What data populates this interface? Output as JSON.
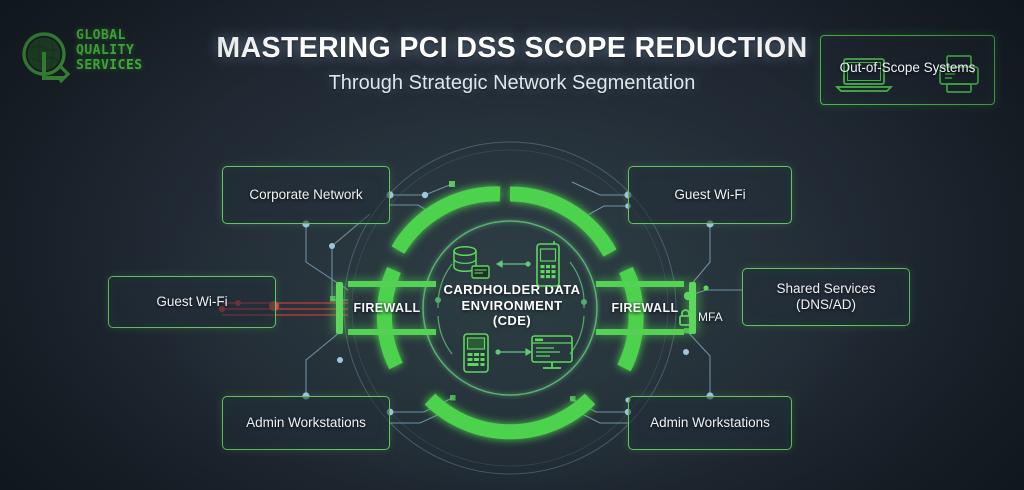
{
  "brand": {
    "logo_icon": "globe-q-icon",
    "line1": "GLOBAL",
    "line2": "QUALITY",
    "line3": "SERVICES",
    "color": "#4cc63f"
  },
  "header": {
    "title": "MASTERING PCI DSS SCOPE REDUCTION",
    "subtitle": "Through Strategic Network Segmentation"
  },
  "out_of_scope": {
    "label": "Out-of-Scope Systems",
    "icons": [
      "laptop-icon",
      "printer-icon"
    ],
    "border_color": "#49c24a"
  },
  "diagram": {
    "center": {
      "line1": "CARDHOLDER DATA",
      "line2": "ENVIRONMENT",
      "line3": "(CDE)",
      "icons": [
        "database-icon",
        "mobile-payment-terminal-icon",
        "pos-terminal-icon",
        "server-monitor-icon"
      ]
    },
    "firewalls": [
      {
        "label": "FIREWALL",
        "side": "left"
      },
      {
        "label": "FIREWALL",
        "side": "right"
      }
    ],
    "mfa": {
      "label": "MFA",
      "icon": "lock-icon"
    },
    "nodes": [
      {
        "id": "corporate-network",
        "label": "Corporate Network"
      },
      {
        "id": "guest-wifi-left",
        "label": "Guest Wi-Fi"
      },
      {
        "id": "admin-workstations-left",
        "label": "Admin Workstations"
      },
      {
        "id": "guest-wifi-right",
        "label": "Guest Wi-Fi"
      },
      {
        "id": "shared-services",
        "label_line1": "Shared Services",
        "label_line2": "(DNS/AD)"
      },
      {
        "id": "admin-workstations-right",
        "label": "Admin Workstations"
      }
    ],
    "colors": {
      "accent_green": "#5dd85d",
      "ring_green": "#4ed24e",
      "link_blue": "#8fb6cf",
      "blocked_red": "#d93b3b",
      "background": "#1d2630"
    }
  }
}
